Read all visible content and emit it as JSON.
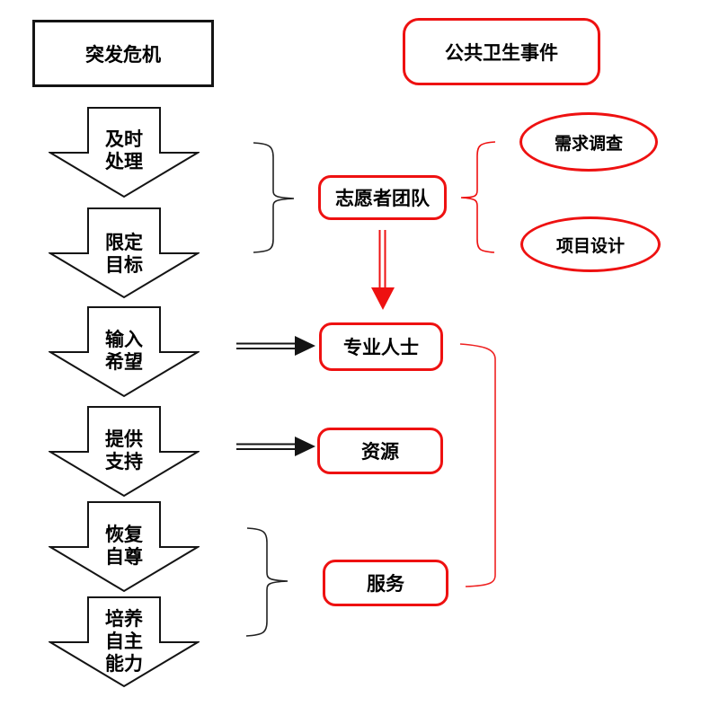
{
  "diagram": {
    "source_box": {
      "label": "突发危机"
    },
    "category_box": {
      "label": "公共卫生事件"
    },
    "steps": [
      {
        "label": "及时\n处理"
      },
      {
        "label": "限定\n目标"
      },
      {
        "label": "输入\n希望"
      },
      {
        "label": "提供\n支持"
      },
      {
        "label": "恢复\n自尊"
      },
      {
        "label": "培养\n自主\n能力"
      }
    ],
    "nodes": [
      {
        "label": "志愿者团队"
      },
      {
        "label": "专业人士"
      },
      {
        "label": "资源"
      },
      {
        "label": "服务"
      }
    ],
    "ellipses": [
      {
        "label": "需求调查"
      },
      {
        "label": "项目设计"
      }
    ],
    "colors": {
      "accent_red": "#ee1111",
      "line_black": "#141414"
    }
  }
}
